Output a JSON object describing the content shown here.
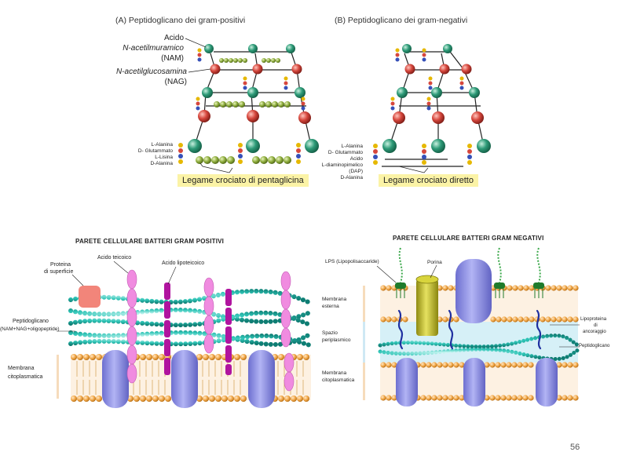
{
  "panel_a": {
    "title": "(A) Peptidoglicano dei gram-positivi",
    "label_nam_1": "Acido",
    "label_nam_2": "N-acetilmuramico",
    "label_nam_3": "(NAM)",
    "label_nag_1": "N-acetilglucosamina",
    "label_nag_2": "(NAG)",
    "aa_1": "L-Alanina",
    "aa_2": "D- Glutammato",
    "aa_3": "L-Lisina",
    "aa_4": "D-Alanina",
    "caption": "Legame crociato di pentaglicina"
  },
  "panel_b": {
    "title": "(B) Peptidoglicano dei gram-negativi",
    "aa_1": "L-Alanina",
    "aa_2": "D- Glutammato",
    "aa_3": "Acido",
    "aa_4": "L-diaminopimelico",
    "aa_5": "(DAP)",
    "aa_6": "D-Alanina",
    "caption": "Legame crociato diretto"
  },
  "gram_pos": {
    "title": "PARETE CELLULARE BATTERI GRAM POSITIVI",
    "teichoic": "Acido teicoico",
    "lipoteichoic": "Acido lipoteicoico",
    "surface_protein_1": "Proteina",
    "surface_protein_2": "di superficie",
    "peptidoglycan_1": "Peptidoglicano",
    "peptidoglycan_2": "(NAM+NAG+oligopeptide)",
    "membrane_1": "Membrana",
    "membrane_2": "citoplasmatica"
  },
  "gram_neg": {
    "title": "PARETE CELLULARE BATTERI GRAM NEGATIVI",
    "lps": "LPS (Lipopolisaccaride)",
    "porin": "Porina",
    "outer_1": "Membrana",
    "outer_2": "esterna",
    "peri_1": "Spazio",
    "peri_2": "periplasmico",
    "cyto_1": "Membrana",
    "cyto_2": "citoplasmatica",
    "lipo_1": "Lipoproteina",
    "lipo_2": "di",
    "lipo_3": "ancoraggio",
    "peptidoglycan": "Peptidoglicano"
  },
  "page_number": "56",
  "colors": {
    "nam": "#2e9b78",
    "nag": "#d6473d",
    "glycine": "#8cab3a",
    "caption_bg": "#fbf3a6",
    "lipid_head": "#f2a94a",
    "protein": "#8c8ee8",
    "teichoic": "#f08be0",
    "lipoteichoic": "#b0149f",
    "peptidoglycan_bead": "#2ec4b6",
    "porin": "#b7b31d",
    "periplasm": "#d6f0f7",
    "lps": "#3aa84a"
  }
}
